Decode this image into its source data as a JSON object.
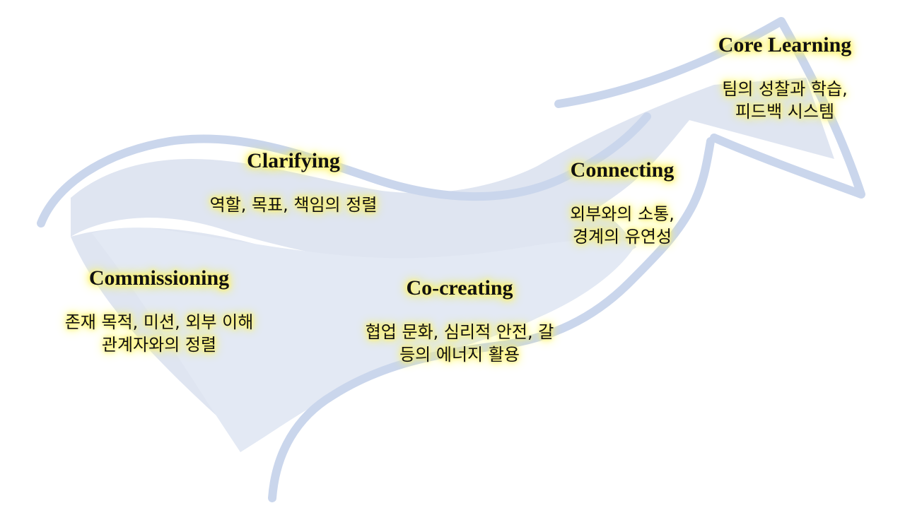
{
  "colors": {
    "arrow_fill": "#dfe5f1",
    "arrow_outline": "#cad6ec",
    "text_glow": "#fff36a",
    "text": "#111111"
  },
  "stages": {
    "commissioning": {
      "title": "Commissioning",
      "lines": [
        "존재 목적, 미션, 외부 이해",
        "관계자와의 정렬"
      ]
    },
    "clarifying": {
      "title": "Clarifying",
      "lines": [
        "역할, 목표, 책임의 정렬"
      ]
    },
    "cocreating": {
      "title": "Co-creating",
      "lines": [
        "협업 문화, 심리적 안전, 갈",
        "등의 에너지 활용"
      ]
    },
    "connecting": {
      "title": "Connecting",
      "lines": [
        "외부와의 소통,",
        "경계의 유연성"
      ]
    },
    "core_learning": {
      "title": "Core Learning",
      "lines": [
        "팀의 성찰과 학습,",
        "피드백 시스템"
      ]
    }
  }
}
